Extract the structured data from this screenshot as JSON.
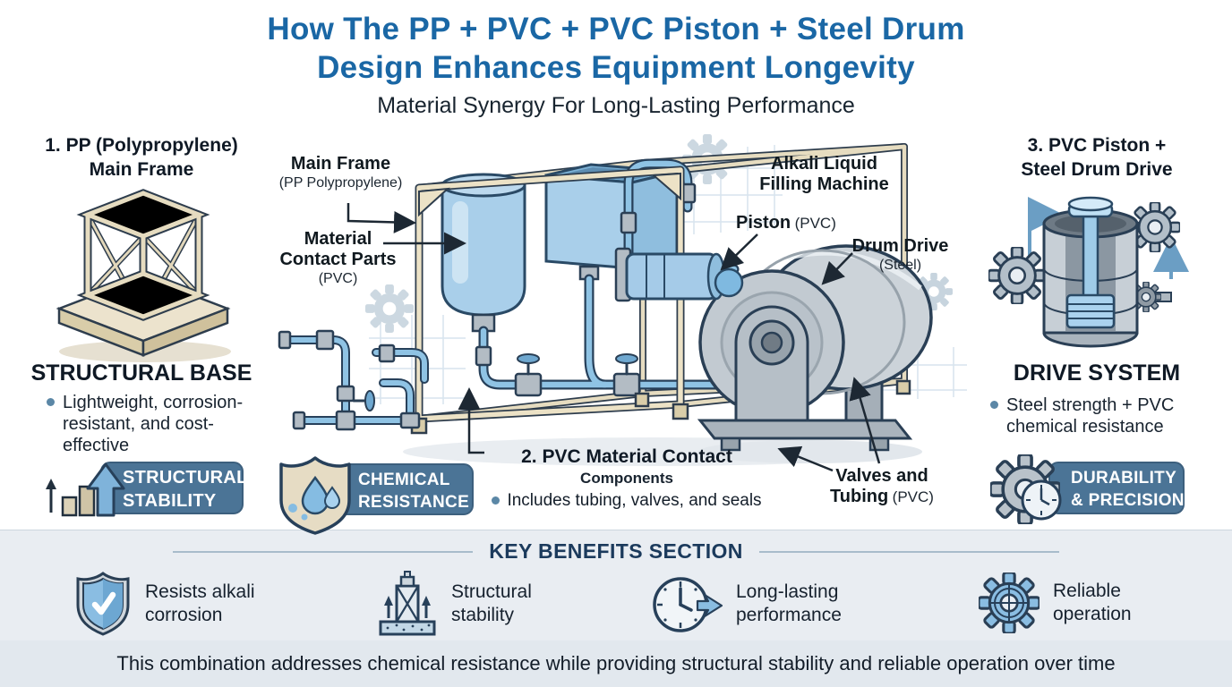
{
  "header": {
    "title_line1": "How The PP + PVC + PVC Piston + Steel Drum",
    "title_line2": "Design Enhances Equipment Longevity",
    "subtitle": "Material Synergy For Long-Lasting Performance"
  },
  "left_panel": {
    "heading_line1": "1. PP (Polypropylene)",
    "heading_line2": "Main Frame",
    "section_title": "STRUCTURAL BASE",
    "bullet": "Lightweight, corrosion-resistant, and cost-effective",
    "badge_line1": "STRUCTURAL",
    "badge_line2": "STABILITY"
  },
  "center_panel": {
    "label_main_frame_bold": "Main Frame",
    "label_main_frame_sub": "(PP Polypropylene)",
    "label_material_line1": "Material",
    "label_material_line2": "Contact Parts",
    "label_material_sub": "(PVC)",
    "label_machine_line1": "Alkali Liquid",
    "label_machine_line2": "Filling Machine",
    "label_piston_bold": "Piston",
    "label_piston_sub": "(PVC)",
    "label_drum_bold": "Drum Drive",
    "label_drum_sub": "(Steel)",
    "label_valves_line1": "Valves and",
    "label_valves_line2_bold": "Tubing",
    "label_valves_sub": "(PVC)",
    "section2_heading": "2. PVC Material Contact",
    "section2_subheading": "Components",
    "section2_bullet": "Includes tubing, valves, and seals",
    "badge_line1": "CHEMICAL",
    "badge_line2": "RESISTANCE"
  },
  "right_panel": {
    "heading_line1": "3. PVC Piston +",
    "heading_line2": "Steel Drum Drive",
    "section_title": "DRIVE SYSTEM",
    "bullet": "Steel strength + PVC chemical resistance",
    "badge_line1": "DURABILITY",
    "badge_line2": "& PRECISION"
  },
  "benefits": {
    "title": "KEY BENEFITS SECTION",
    "items": [
      {
        "icon": "shield-check-icon",
        "line1": "Resists alkali",
        "line2": "corrosion"
      },
      {
        "icon": "braced-frame-icon",
        "line1": "Structural",
        "line2": "stability"
      },
      {
        "icon": "clock-forward-icon",
        "line1": "Long-lasting",
        "line2": "performance"
      },
      {
        "icon": "gear-icon",
        "line1": "Reliable",
        "line2": "operation"
      }
    ],
    "footer": "This combination addresses chemical resistance while providing structural stability and reliable operation over time"
  },
  "icons": {
    "left_badge": "bar-chart-up-arrow-icon",
    "center_badge": "shield-droplet-icon",
    "right_badge": "gear-clock-icon",
    "watermarks": "gear-watermark-icon"
  },
  "colors": {
    "title_blue": "#1a67a5",
    "navy": "#1b3a5c",
    "badge_bg": "#4b7496",
    "strip_bg": "#e9edf2",
    "pipe_blue": "#8fc3e4",
    "frame_tan": "#e2d7ba",
    "steel_gray": "#c3cbd2"
  }
}
